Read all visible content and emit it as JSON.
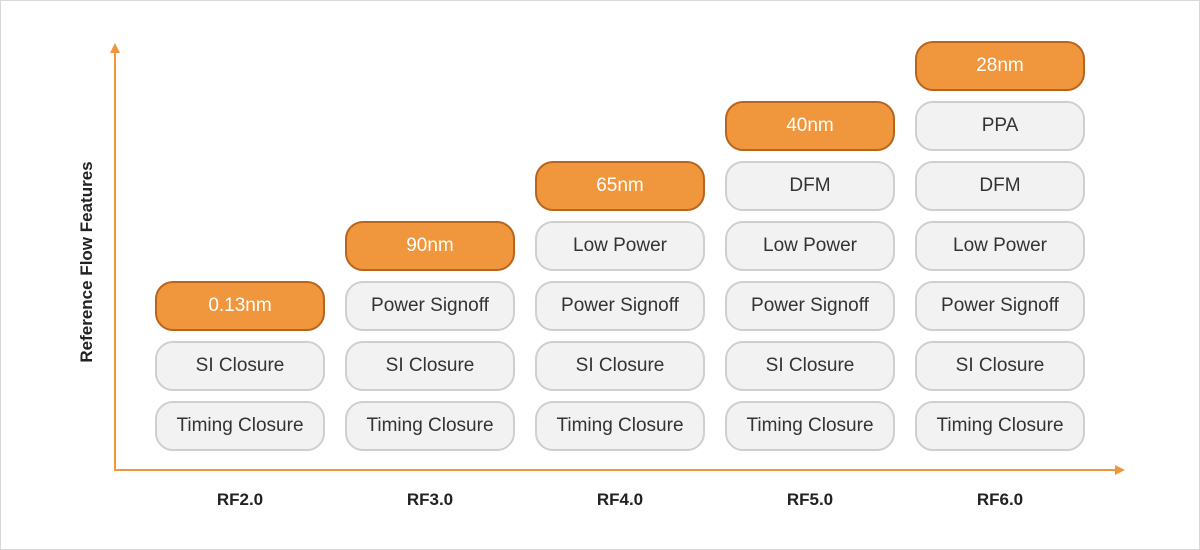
{
  "diagram": {
    "y_axis_label": "Reference Flow Features",
    "columns": [
      {
        "label": "RF2.0",
        "node": "0.13nm",
        "features": [
          "Timing Closure",
          "SI Closure"
        ]
      },
      {
        "label": "RF3.0",
        "node": "90nm",
        "features": [
          "Timing Closure",
          "SI Closure",
          "Power Signoff"
        ]
      },
      {
        "label": "RF4.0",
        "node": "65nm",
        "features": [
          "Timing Closure",
          "SI Closure",
          "Power Signoff",
          "Low Power"
        ]
      },
      {
        "label": "RF5.0",
        "node": "40nm",
        "features": [
          "Timing Closure",
          "SI Closure",
          "Power Signoff",
          "Low Power",
          "DFM"
        ]
      },
      {
        "label": "RF6.0",
        "node": "28nm",
        "features": [
          "Timing Closure",
          "SI Closure",
          "Power Signoff",
          "Low Power",
          "DFM",
          "PPA"
        ]
      }
    ],
    "colors": {
      "axis": "#f0963c",
      "node_fill": "#f0963c",
      "node_border": "#b8641d",
      "feature_fill": "#f2f2f2",
      "feature_border": "#cfcfcf"
    }
  }
}
